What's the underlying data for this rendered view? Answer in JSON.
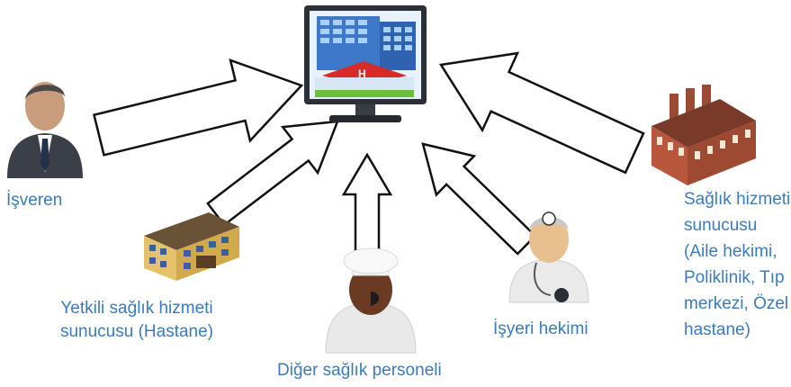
{
  "nodes": {
    "employer": {
      "label": "İşveren"
    },
    "authorized_provider": {
      "label_lines": [
        "Yetkili sağlık hizmeti",
        "sunucusu (Hastane)"
      ]
    },
    "other_personnel": {
      "label": "Diğer sağlık personeli"
    },
    "workplace_physician": {
      "label": "İşyeri hekimi"
    },
    "health_provider": {
      "label_lines": [
        "Sağlık hizmeti",
        "sunucusu",
        "(Aile hekimi,",
        "Poliklinik, Tıp",
        "merkezi, Özel",
        "hastane)"
      ]
    }
  },
  "hospital_sign": "H",
  "colors": {
    "label": "#3a7bbf",
    "arrow_stroke": "#111111",
    "arrow_fill": "#ffffff"
  }
}
